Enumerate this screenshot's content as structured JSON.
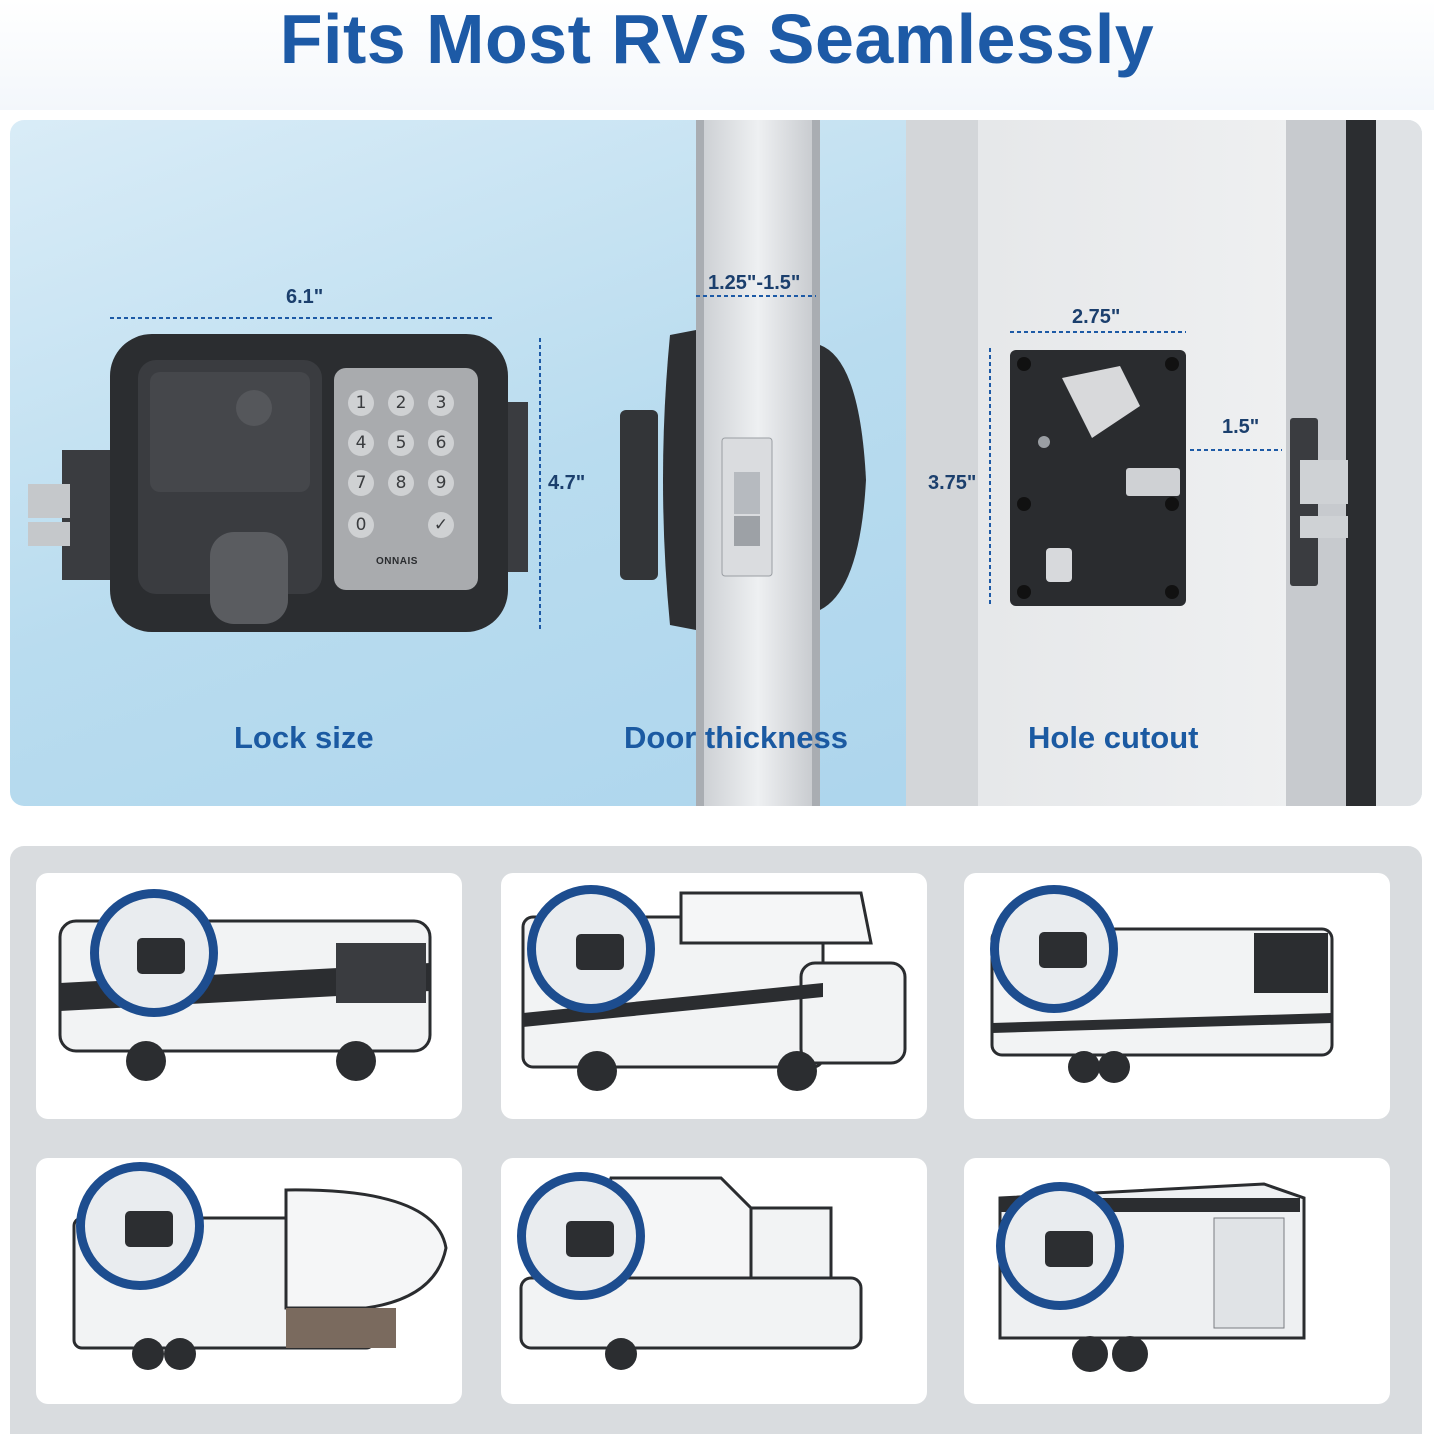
{
  "headline": "Fits Most RVs Seamlessly",
  "sections": {
    "lock_size": "Lock size",
    "door_thickness": "Door thickness",
    "hole_cutout": "Hole cutout"
  },
  "dimensions": {
    "lock_width": "6.1\"",
    "lock_height": "4.7\"",
    "door_thickness": "1.25\"-1.5\"",
    "cutout_width": "2.75\"",
    "cutout_height": "3.75\"",
    "backset": "1.5\""
  },
  "keypad": {
    "keys": [
      "1",
      "2",
      "3",
      "4",
      "5",
      "6",
      "7",
      "8",
      "9",
      "0",
      "✓"
    ],
    "brand": "ONNAIS"
  },
  "colors": {
    "headline": "#1d5aa6",
    "badge_ring": "#1d4d8f",
    "panel_sky": "#b9dcef"
  },
  "rv_types": [
    "class-a-motorhome",
    "class-c-motorhome",
    "travel-trailer",
    "fifth-wheel",
    "pop-up-camper",
    "horse-trailer"
  ]
}
